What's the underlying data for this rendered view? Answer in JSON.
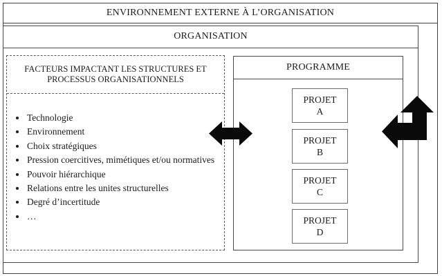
{
  "external_environment": {
    "title": "ENVIRONNEMENT EXTERNE À L’ORGANISATION"
  },
  "organisation": {
    "title": "ORGANISATION"
  },
  "factors": {
    "heading": "FACTEURS IMPACTANT LES STRUCTURES ET PROCESSUS ORGANISATIONNELS",
    "items": [
      "Technologie",
      "Environnement",
      "Choix stratégiques",
      "Pression coercitives, mimétiques et/ou normatives",
      "Pouvoir hiérarchique",
      "Relations entre les unites structurelles",
      "Degré d’incertitude",
      "…"
    ]
  },
  "programme": {
    "heading": "PROGRAMME",
    "projects": [
      {
        "name": "PROJET",
        "id": "A"
      },
      {
        "name": "PROJET",
        "id": "B"
      },
      {
        "name": "PROJET",
        "id": "C"
      },
      {
        "name": "PROJET",
        "id": "D"
      }
    ]
  },
  "icons": {
    "factors_programme_link": "double-headed-horizontal-arrow",
    "organisation_environment_link": "up-left-elbow-arrow"
  },
  "colors": {
    "background": "#ffffff",
    "border": "#4a4a4a",
    "dashed_border": "#5a5a5a",
    "arrow": "#0a0a0a",
    "text": "#1b1b1b"
  }
}
